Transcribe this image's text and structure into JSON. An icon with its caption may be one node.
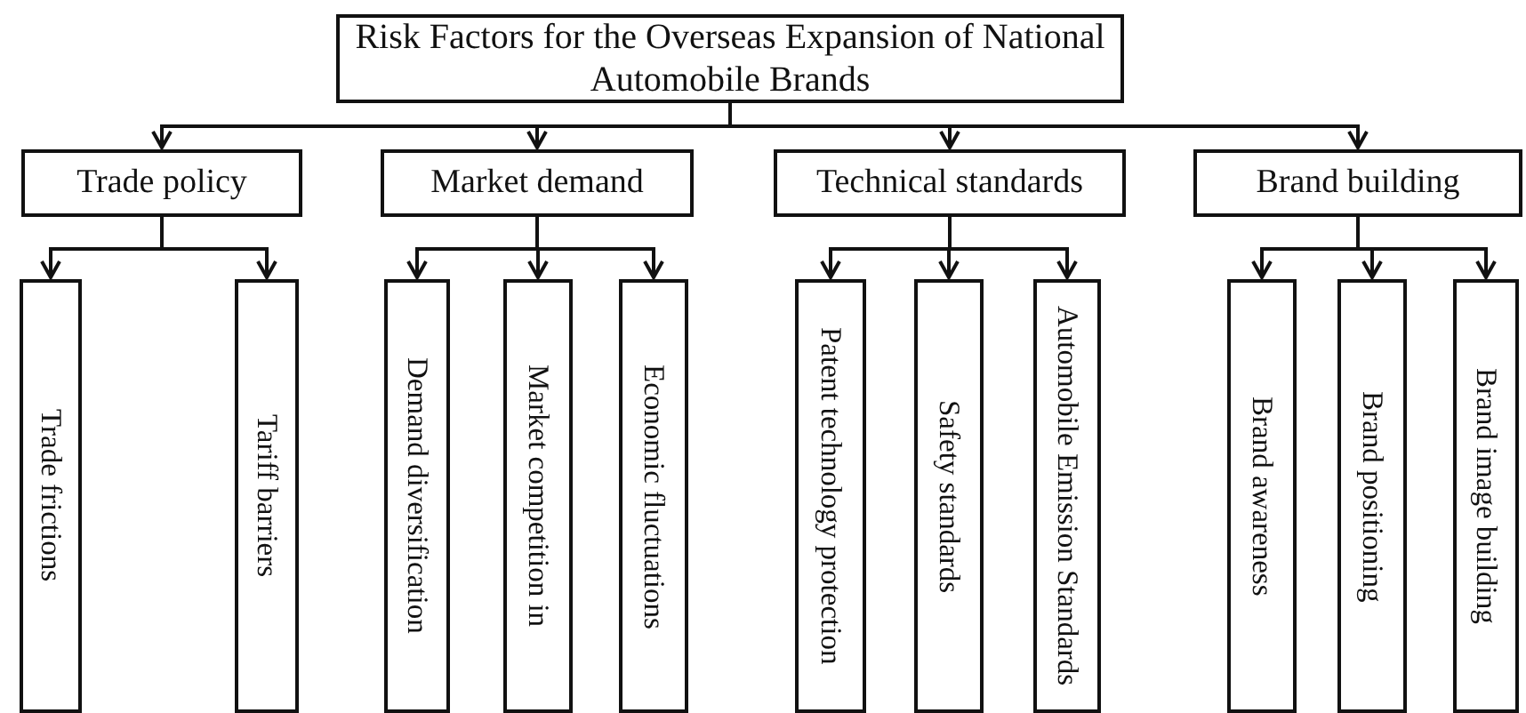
{
  "diagram": {
    "nodes": [
      {
        "text": [
          "Risk Factors for the Overseas Expansion of National Automobile Brands"
        ]
      },
      {
        "text": [
          "Trade policy"
        ]
      },
      {
        "text": [
          "Market demand"
        ]
      },
      {
        "text": [
          "Technical standards"
        ]
      },
      {
        "text": [
          "Brand building"
        ]
      },
      {
        "text": [
          "Trade frictions"
        ]
      },
      {
        "text": [
          "Tariff barriers"
        ]
      },
      {
        "text": [
          "Demand diversification"
        ]
      },
      {
        "text": [
          "Market competition in"
        ]
      },
      {
        "text": [
          "Economic fluctuations"
        ]
      },
      {
        "text": [
          "Patent technology protection"
        ]
      },
      {
        "text": [
          "Safety standards"
        ]
      },
      {
        "text": [
          "Automobile Emission Standards"
        ]
      },
      {
        "text": [
          "Brand awareness"
        ]
      },
      {
        "text": [
          "Brand positioning"
        ]
      },
      {
        "text": [
          "Brand image building"
        ]
      }
    ],
    "edges": [
      {
        "from": 0,
        "to": 1,
        "arrow": "to"
      },
      {
        "from": 0,
        "to": 2,
        "arrow": "to"
      },
      {
        "from": 0,
        "to": 3,
        "arrow": "to"
      },
      {
        "from": 0,
        "to": 4,
        "arrow": "to"
      },
      {
        "from": 1,
        "to": 5,
        "arrow": "to"
      },
      {
        "from": 1,
        "to": 6,
        "arrow": "to"
      },
      {
        "from": 2,
        "to": 7,
        "arrow": "to"
      },
      {
        "from": 2,
        "to": 8,
        "arrow": "to"
      },
      {
        "from": 2,
        "to": 9,
        "arrow": "to"
      },
      {
        "from": 3,
        "to": 10,
        "arrow": "to"
      },
      {
        "from": 3,
        "to": 11,
        "arrow": "to"
      },
      {
        "from": 3,
        "to": 12,
        "arrow": "to"
      },
      {
        "from": 4,
        "to": 13,
        "arrow": "to"
      },
      {
        "from": 4,
        "to": 14,
        "arrow": "to"
      },
      {
        "from": 4,
        "to": 15,
        "arrow": "to"
      }
    ]
  }
}
